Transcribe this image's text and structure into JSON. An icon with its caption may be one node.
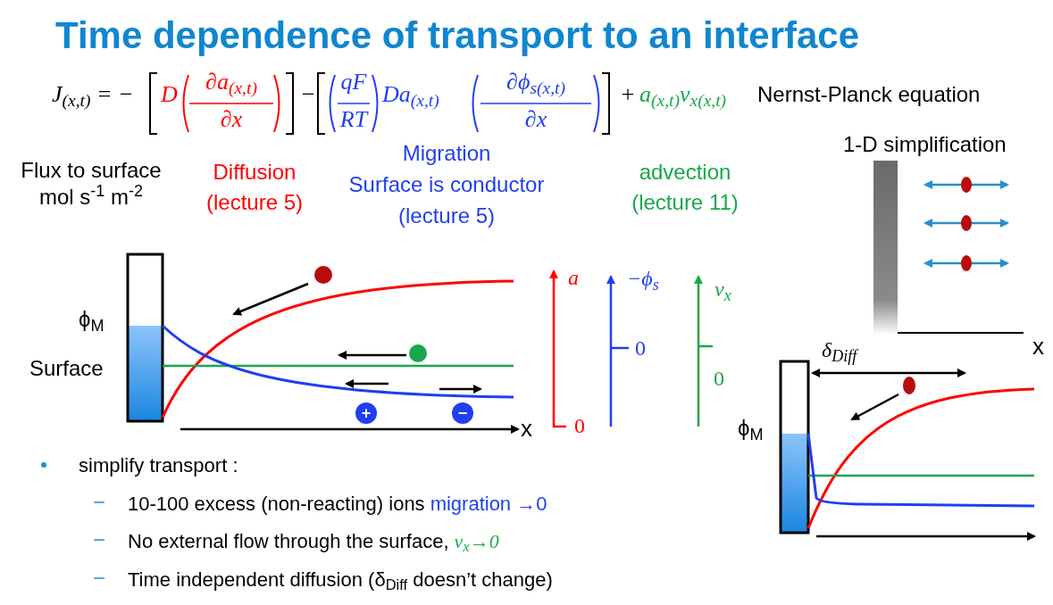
{
  "diagram": {
    "title": "Time dependence of transport to an interface",
    "nodes": [
      {
        "text": [
          "+"
        ]
      },
      {
        "text": [
          "−"
        ]
      },
      {
        "text": [],
        "shape": "bar"
      }
    ],
    "labels": [
      "J$_{(x,t)}$ = −",
      "D",
      "∂a$_{(x,t)}$",
      "∂x",
      "−",
      "qF",
      "RT",
      "Da$_{(x,t)}$",
      "∂ϕ$_{s(x,t)}$",
      "∂x",
      "+",
      "a$_{(x,t)}$ν$_{x(x,t)}$",
      "Nernst-Planck equation",
      "1-D simplification",
      "Flux to surface mol s$^{-1}$ m$^{-2}$",
      "Diffusion (lecture 5)",
      "Migration",
      "Surface is conductor",
      "(lecture 5)",
      "advection (lecture 11)",
      "ϕ$_{M}$",
      "Surface",
      "x",
      "a",
      "0",
      "−ϕ$_{s}$",
      "0",
      "ν$_{x}$",
      "0",
      "x",
      "δ$_{Diff}$",
      "ϕ$_{M}$",
      "simplify transport :",
      "10-100 excess (non-reacting) ions",
      "migration →0",
      "No external flow through the surface,",
      "ν$_{x}$→0",
      "Time independent diffusion (δ$_{Diff}$ doesn’t change)"
    ]
  }
}
